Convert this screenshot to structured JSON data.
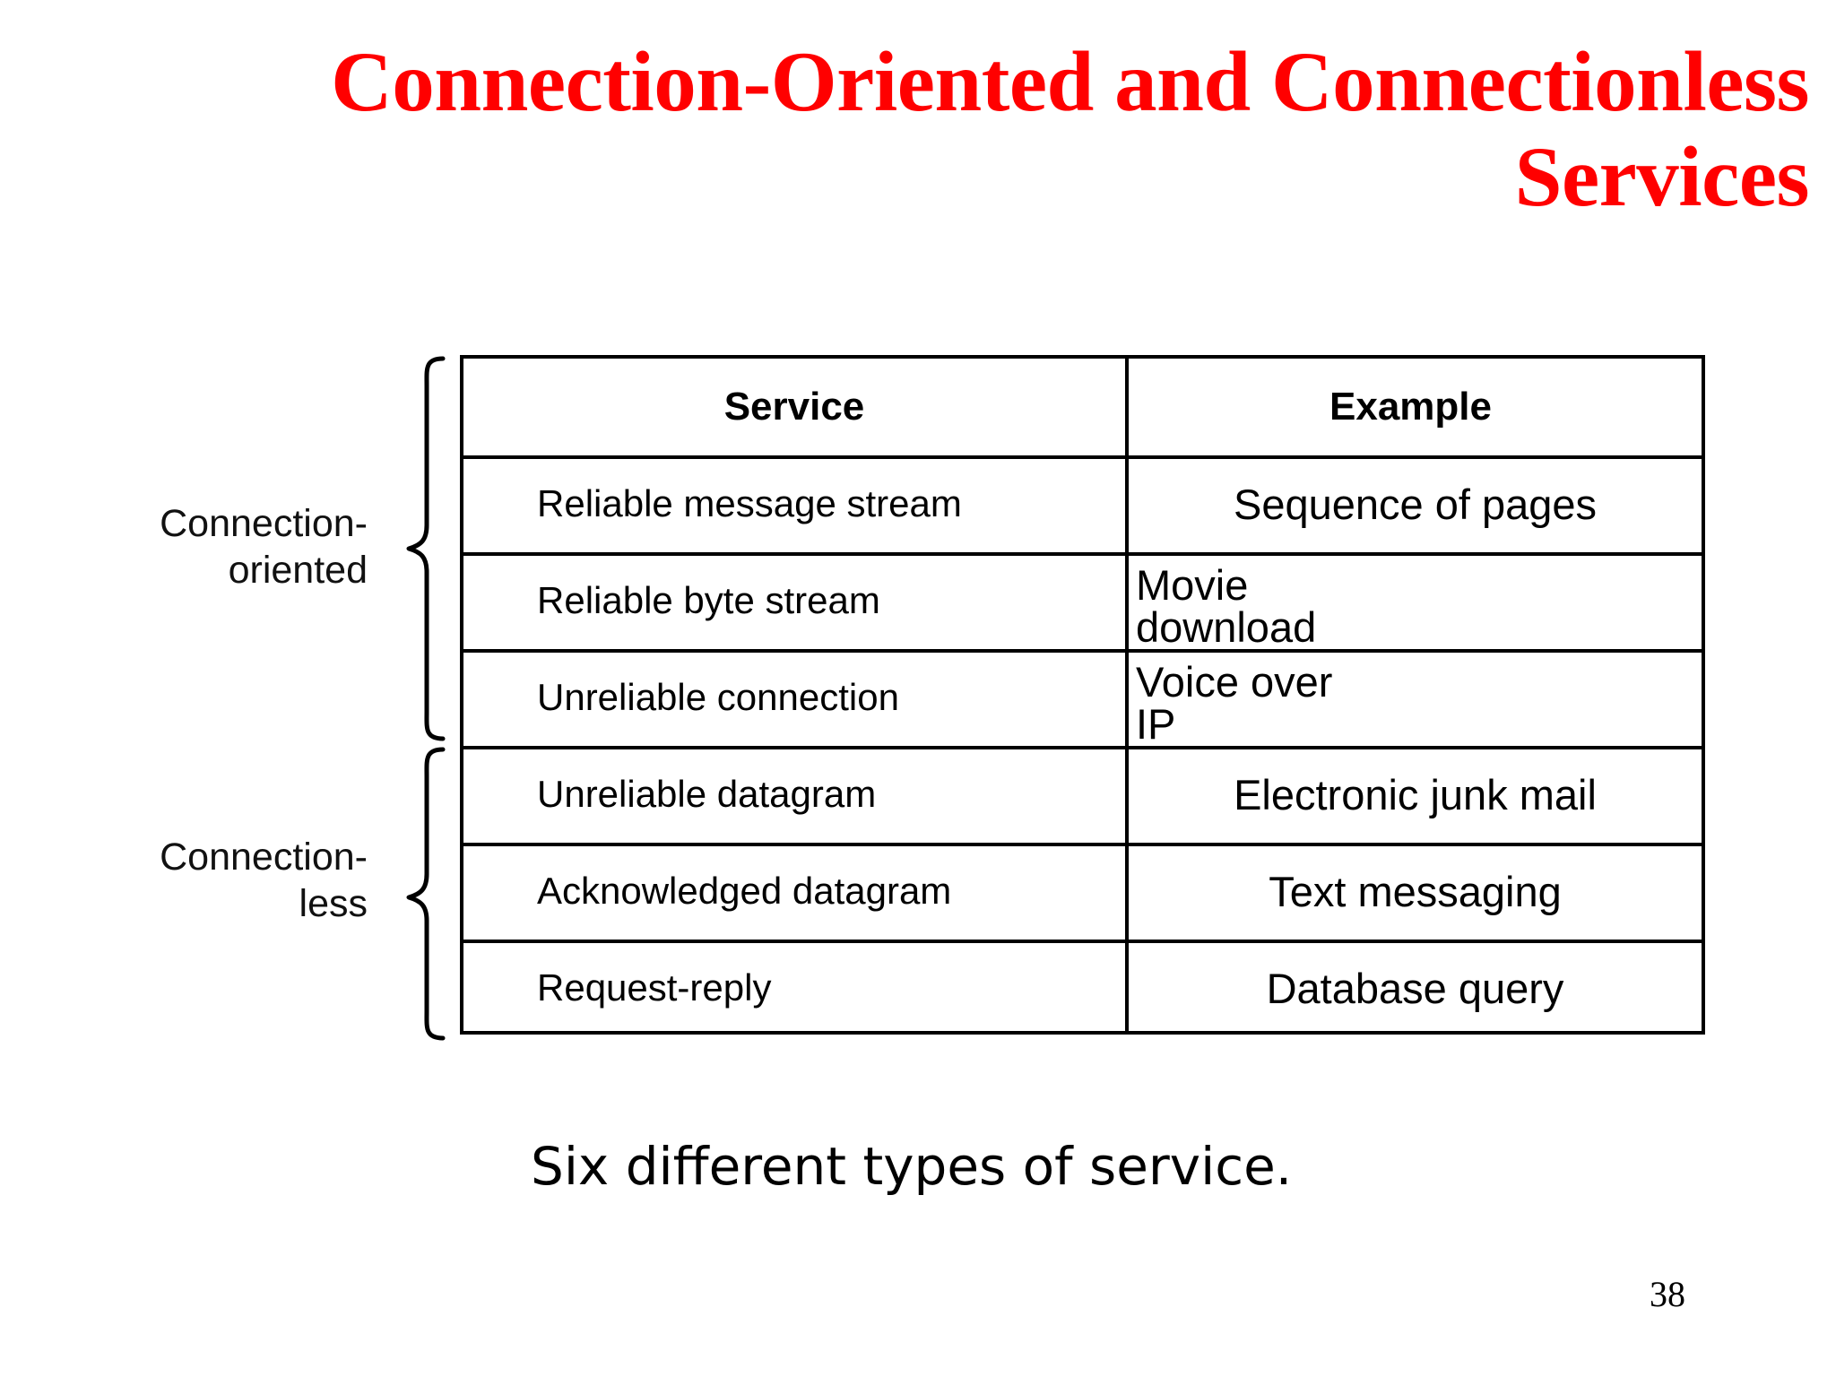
{
  "slide": {
    "title": "Connection-Oriented and Connectionless Services",
    "caption": "Six different types of service.",
    "page_number": "38",
    "title_color": "#ff0000",
    "text_color": "#000000"
  },
  "groups": [
    {
      "key": "connection-oriented",
      "label": "Connection-\noriented",
      "spans_rows": 3
    },
    {
      "key": "connectionless",
      "label": "Connection-\nless",
      "spans_rows": 3
    }
  ],
  "table": {
    "headers": [
      "Service",
      "Example"
    ],
    "rows": [
      {
        "service": "Reliable message stream",
        "example": "Sequence of pages"
      },
      {
        "service": "Reliable byte stream",
        "example": "Movie download"
      },
      {
        "service": "Unreliable connection",
        "example": "Voice over IP"
      },
      {
        "service": "Unreliable datagram",
        "example": "Electronic junk mail"
      },
      {
        "service": "Acknowledged datagram",
        "example": "Text messaging"
      },
      {
        "service": "Request-reply",
        "example": "Database query"
      }
    ]
  }
}
